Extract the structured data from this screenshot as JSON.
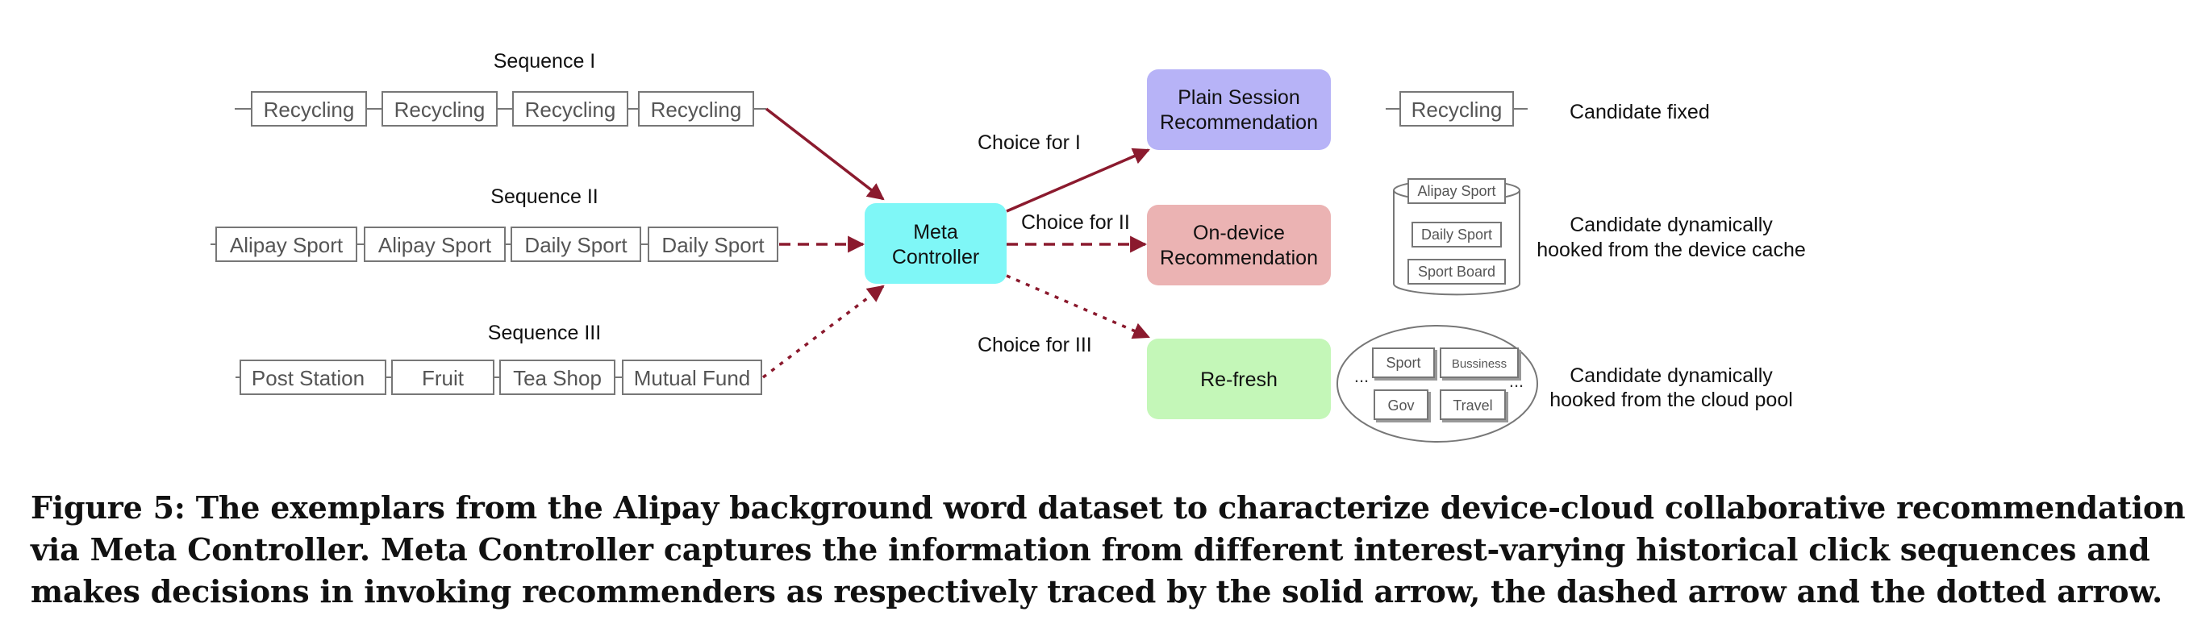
{
  "figure": {
    "sequences": [
      {
        "title": "Sequence I",
        "items": [
          "Recycling",
          "Recycling",
          "Recycling",
          "Recycling"
        ]
      },
      {
        "title": "Sequence II",
        "items": [
          "Alipay Sport",
          "Alipay Sport",
          "Daily Sport",
          "Daily Sport"
        ]
      },
      {
        "title": "Sequence III",
        "items": [
          "Post Station",
          "Fruit",
          "Tea Shop",
          "Mutual Fund"
        ]
      }
    ],
    "meta_controller": [
      "Meta",
      "Controller"
    ],
    "choices": [
      "Choice for I",
      "Choice for II",
      "Choice for III"
    ],
    "recommenders": {
      "plain": [
        "Plain Session",
        "Recommendation"
      ],
      "ondevice": [
        "On-device",
        "Recommendation"
      ],
      "refresh": "Re-fresh"
    },
    "candidate_fixed_item": "Recycling",
    "cache_items": [
      "Alipay Sport",
      "Daily Sport",
      "Sport Board"
    ],
    "cloud_items": [
      "Sport",
      "Bussiness",
      "Gov",
      "Travel"
    ],
    "ellipsis": "...",
    "descriptions": {
      "fixed": "Candidate fixed",
      "device": [
        "Candidate dynamically",
        "hooked from the device cache"
      ],
      "cloud": [
        "Candidate dynamically",
        "hooked from the cloud pool"
      ]
    },
    "colors": {
      "arrow": "#8b1a2e",
      "meta": "#7ff7f7",
      "plain": "#b7b3f7",
      "ondevice": "#ebb3b3",
      "refresh": "#c4f7b8"
    }
  },
  "caption": [
    "Figure 5: The exemplars from the Alipay background word dataset to characterize device-cloud collaborative recommendation",
    "via Meta Controller. Meta Controller captures the information from different interest-varying historical click sequences and",
    "makes decisions in invoking recommenders as respectively traced by the solid arrow, the dashed arrow and the dotted arrow."
  ]
}
